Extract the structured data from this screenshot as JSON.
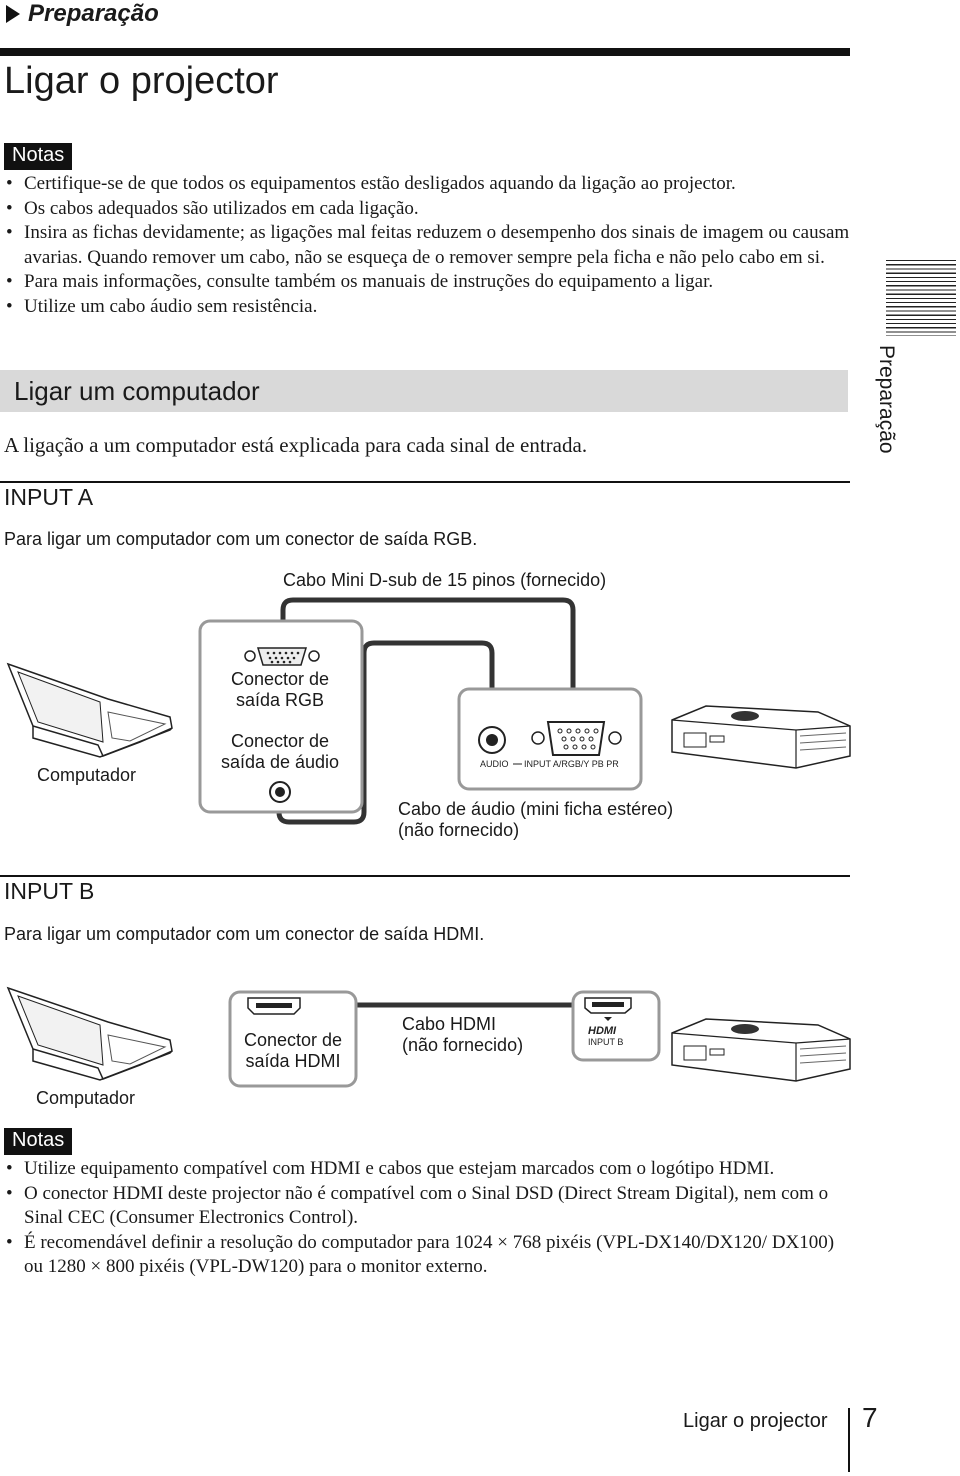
{
  "header": {
    "section": "Preparação",
    "title": "Ligar o projector"
  },
  "notes1": {
    "label": "Notas",
    "items": [
      "Certifique-se de que todos os equipamentos estão desligados aquando da ligação ao projector.",
      "Os cabos adequados são utilizados em cada ligação.",
      "Insira as fichas devidamente; as ligações mal feitas reduzem o desempenho dos sinais de imagem ou causam avarias. Quando remover um cabo, não se esqueça de o remover sempre pela ficha e não pelo cabo em si.",
      "Para mais informações, consulte também os manuais de instruções do equipamento a ligar.",
      "Utilize um cabo áudio sem resistência."
    ]
  },
  "computer_section": {
    "heading": "Ligar um computador",
    "intro": "A ligação a um computador está explicada para cada sinal de entrada."
  },
  "input_a": {
    "heading": "INPUT A",
    "description": "Para ligar um computador com um conector de saída RGB.",
    "cable_rgb": "Cabo Mini D-sub de 15 pinos (fornecido)",
    "rgb_out_line1": "Conector de",
    "rgb_out_line2": "saída RGB",
    "audio_out_line1": "Conector de",
    "audio_out_line2": "saída de áudio",
    "computer": "Computador",
    "panel_audio": "AUDIO",
    "panel_input": "INPUT A/RGB/Y PB PR",
    "cable_audio_line1": "Cabo de áudio (mini ficha estéreo)",
    "cable_audio_line2": "(não fornecido)"
  },
  "input_b": {
    "heading": "INPUT B",
    "description": "Para ligar um computador com um conector de saída HDMI.",
    "hdmi_out_line1": "Conector de",
    "hdmi_out_line2": "saída HDMI",
    "cable_hdmi_line1": "Cabo HDMI",
    "cable_hdmi_line2": "(não fornecido)",
    "hdmi_logo": "HDMI",
    "panel_input": "INPUT B",
    "computer": "Computador"
  },
  "notes2": {
    "label": "Notas",
    "items": [
      "Utilize equipamento compatível com HDMI e cabos que estejam marcados com o logótipo HDMI.",
      "O conector HDMI deste projector não é compatível com o Sinal DSD (Direct Stream Digital), nem com o Sinal CEC (Consumer Electronics Control).",
      "É recomendável definir a resolução do computador para 1024 × 768 pixéis (VPL-DX140/DX120/ DX100) ou 1280 × 800 pixéis (VPL-DW120) para o monitor externo."
    ]
  },
  "sidebar": {
    "label": "Preparação"
  },
  "footer": {
    "title": "Ligar o projector",
    "page": "7"
  }
}
